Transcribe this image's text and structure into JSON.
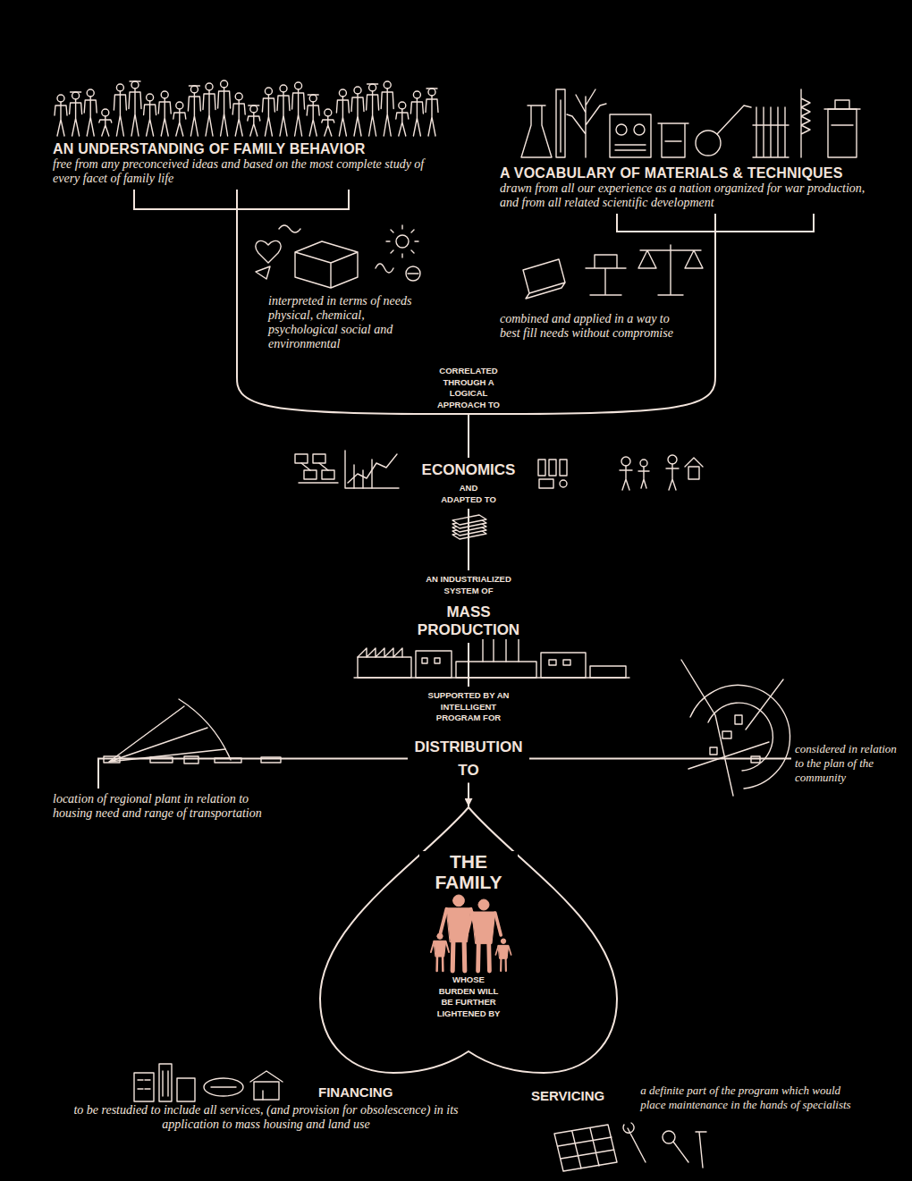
{
  "diagram": {
    "nodes": [
      {
        "text": [
          "AN UNDERSTANDING OF FAMILY BEHAVIOR",
          "free from any preconceived ideas and based on the most complete study of every facet of family life"
        ]
      },
      {
        "text": [
          "interpreted in terms of needs physical, chemical, psychological social and environmental"
        ]
      },
      {
        "text": [
          "A VOCABULARY OF MATERIALS & TECHNIQUES",
          "drawn from all our experience as a nation organized for war production, and from all related scientific development"
        ]
      },
      {
        "text": [
          "combined and applied in a way to best fill needs without compromise"
        ]
      },
      {
        "text": [
          "CORRELATED THROUGH A LOGICAL APPROACH TO"
        ]
      },
      {
        "text": [
          "ECONOMICS",
          "AND ADAPTED TO"
        ]
      },
      {
        "text": [
          "AN INDUSTRIALIZED SYSTEM OF",
          "MASS PRODUCTION"
        ]
      },
      {
        "text": [
          "SUPPORTED BY AN INTELLIGENT PROGRAM FOR",
          "DISTRIBUTION",
          "TO"
        ]
      },
      {
        "text": [
          "location of regional plant in relation to housing need and range of transportation"
        ]
      },
      {
        "text": [
          "considered in relation to the plan of the community"
        ]
      },
      {
        "text": [
          "THE FAMILY",
          "WHOSE BURDEN WILL BE FURTHER LIGHTENED BY"
        ]
      },
      {
        "text": [
          "FINANCING",
          "to be restudied to include all services, (and provision for obsolescence) in its application to mass housing and land use"
        ]
      },
      {
        "text": [
          "SERVICING",
          "a definite part of the program which would place maintenance in the hands of specialists"
        ]
      }
    ],
    "edges": [
      {
        "from": 0,
        "to": 1,
        "arrow": "none"
      },
      {
        "from": 2,
        "to": 3,
        "arrow": "none"
      },
      {
        "from": 1,
        "to": 4,
        "arrow": "none"
      },
      {
        "from": 3,
        "to": 4,
        "arrow": "none"
      },
      {
        "from": 4,
        "to": 5,
        "arrow": "none"
      },
      {
        "from": 5,
        "to": 6,
        "arrow": "none"
      },
      {
        "from": 6,
        "to": 7,
        "arrow": "none"
      },
      {
        "from": 7,
        "to": 10,
        "arrow": "to"
      },
      {
        "from": 7,
        "to": 8,
        "arrow": "none"
      },
      {
        "from": 7,
        "to": 9,
        "arrow": "none"
      }
    ]
  }
}
